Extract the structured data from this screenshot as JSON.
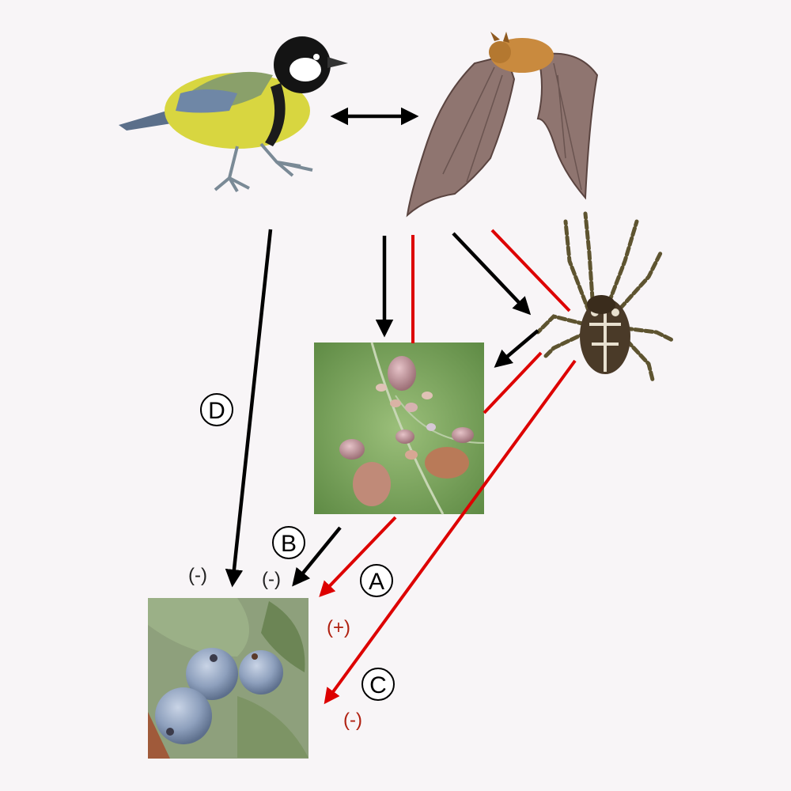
{
  "paths": {
    "A": {
      "label": "A",
      "effect": "(+)"
    },
    "B": {
      "label": "B",
      "effect": "(-)"
    },
    "C": {
      "label": "C",
      "effect": "(-)"
    },
    "D": {
      "label": "D",
      "effect": "(-)"
    }
  },
  "colors": {
    "background": "#f8f5f7",
    "direct_effect": "#000000",
    "indirect_effect": "#dd0000",
    "effect_text_black": "#222222",
    "effect_text_red": "#b02010"
  },
  "icons": {
    "bird": "great-tit-illustration",
    "bat": "bat-illustration",
    "spider": "orb-weaver-spider-photo",
    "aphids": "aphids-on-leaf-photo",
    "blueberries": "blueberries-photo"
  }
}
